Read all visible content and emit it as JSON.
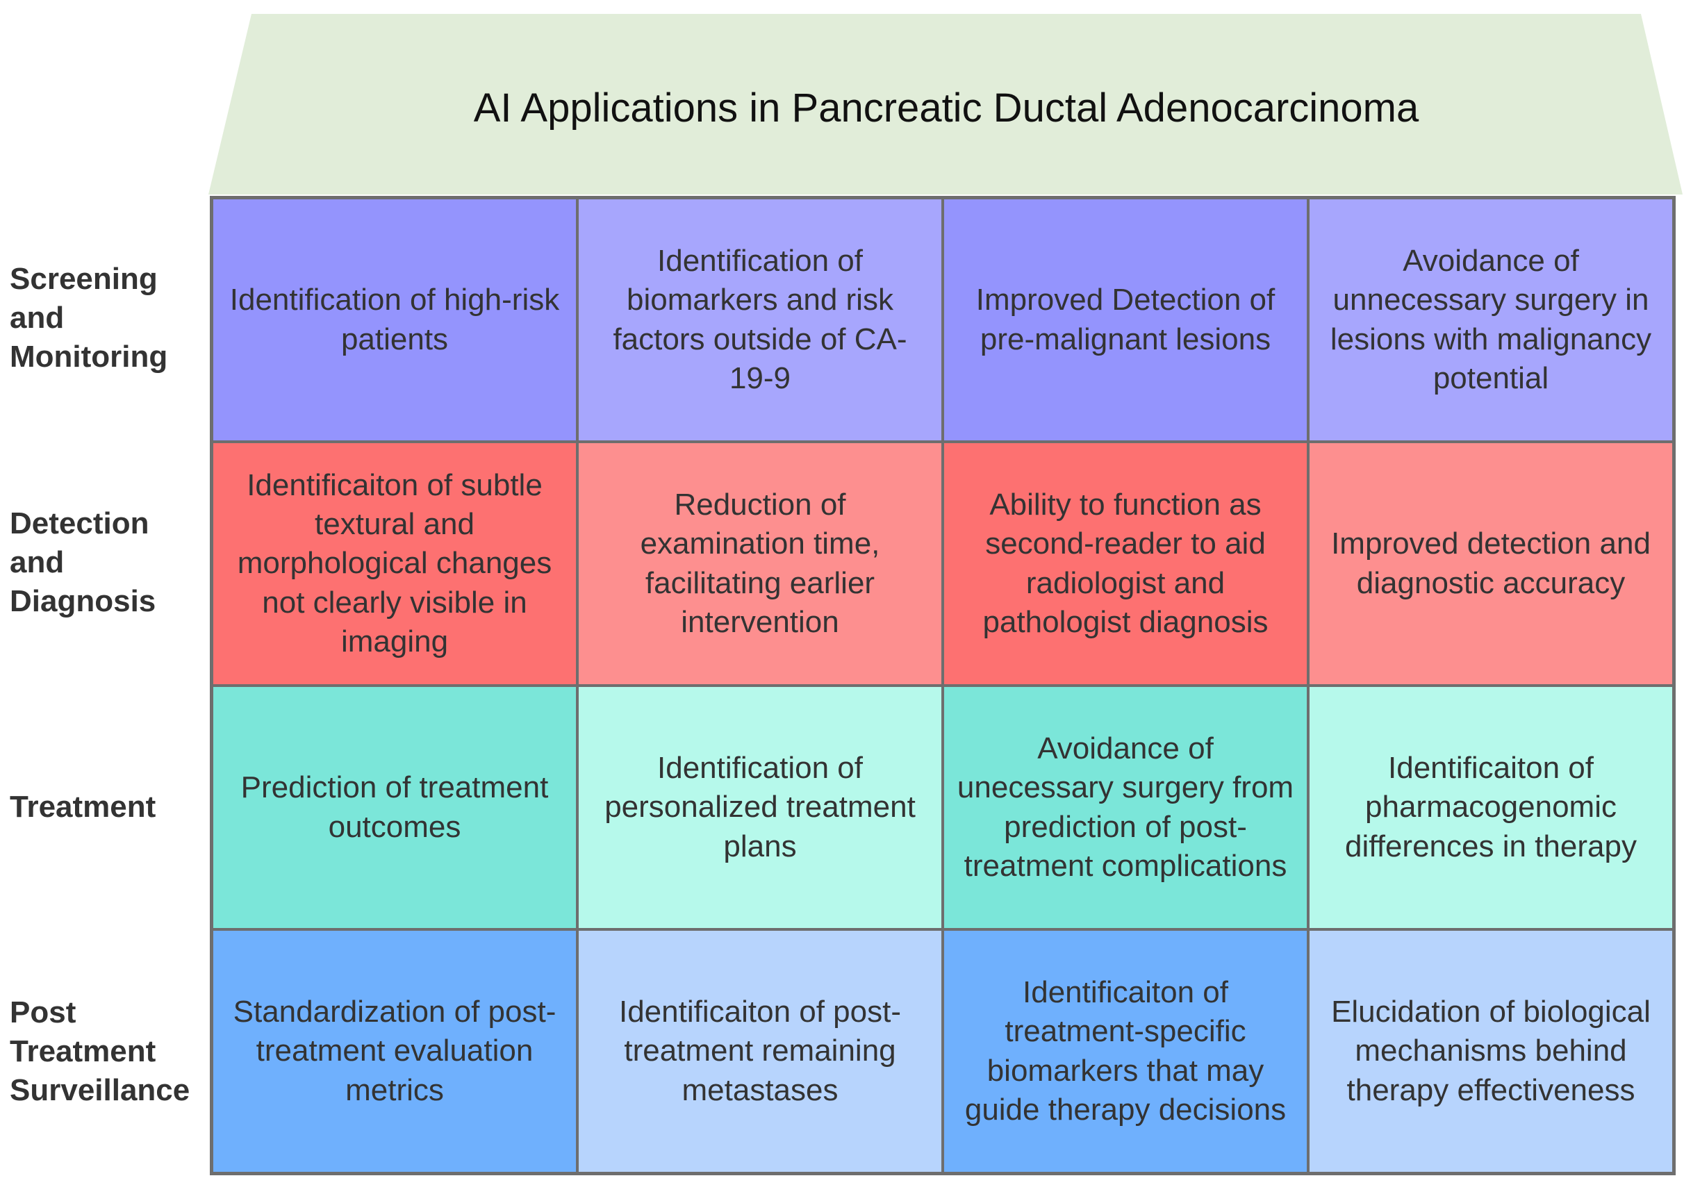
{
  "title": "AI Applications in Pancreatic Ductal Adenocarcinoma",
  "colors": {
    "roof": "#e1edd9",
    "rows": [
      [
        "#9494fd",
        "#a7a6fd",
        "#9494fd",
        "#a7a6fd"
      ],
      [
        "#fd7171",
        "#fd8f8f",
        "#fd7171",
        "#fd8f8f"
      ],
      [
        "#7be6d9",
        "#b6f9eb",
        "#7be6d9",
        "#b6f9eb"
      ],
      [
        "#6fb0fd",
        "#b7d4fd",
        "#6fb0fd",
        "#b7d4fd"
      ]
    ]
  },
  "rows": [
    {
      "label": "Screening and Monitoring",
      "cells": [
        "Identification of high-risk patients",
        "Identification of biomarkers and risk factors outside of CA-19-9",
        "Improved Detection of pre-malignant lesions",
        "Avoidance of unnecessary surgery in lesions with malignancy potential"
      ]
    },
    {
      "label": "Detection and Diagnosis",
      "cells": [
        "Identificaiton of subtle textural and morphological changes not clearly visible in imaging",
        "Reduction of examination time, facilitating earlier intervention",
        "Ability to function as second-reader to aid radiologist and pathologist diagnosis",
        "Improved detection and diagnostic accuracy"
      ]
    },
    {
      "label": "Treatment",
      "cells": [
        "Prediction of treatment outcomes",
        "Identification of personalized treatment plans",
        "Avoidance of unecessary surgery from prediction of post-treatment complications",
        "Identificaiton of pharmacogenomic differences in therapy"
      ]
    },
    {
      "label": "Post Treatment Surveillance",
      "cells": [
        "Standardization of post-treatment evaluation metrics",
        "Identificaiton of post-treatment remaining metastases",
        "Identificaiton of treatment-specific biomarkers that may guide therapy decisions",
        "Elucidation of biological mechanisms behind therapy effectiveness"
      ]
    }
  ]
}
